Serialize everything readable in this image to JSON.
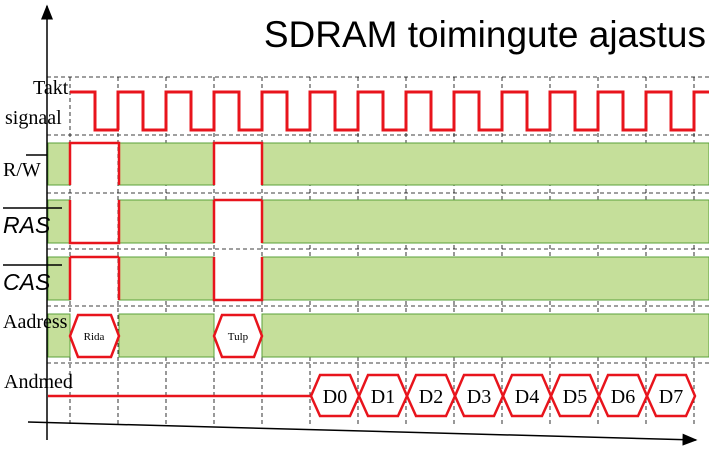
{
  "title": "SDRAM toimingute ajastus",
  "signals": {
    "clock_line1": "Takt",
    "clock_line2": "signaal",
    "rw": "R/W",
    "ras": "RAS",
    "cas": "CAS",
    "address": "Aadress",
    "data": "Andmed"
  },
  "address_bus": {
    "row": "Rida",
    "column": "Tulp"
  },
  "data_bus": [
    "D0",
    "D1",
    "D2",
    "D3",
    "D4",
    "D5",
    "D6",
    "D7"
  ],
  "colors": {
    "signal": "#e8141c",
    "fill": "#c5df9a",
    "fill_border": "#5aa03a",
    "grid": "#000000"
  }
}
